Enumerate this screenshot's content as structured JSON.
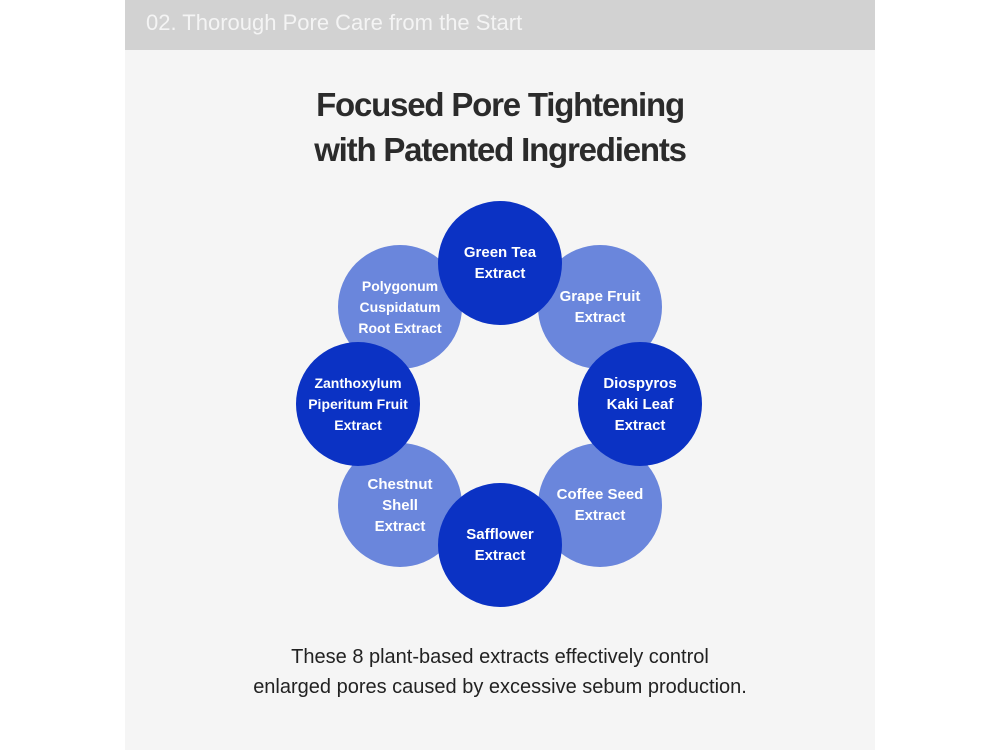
{
  "header": {
    "label": "02. Thorough Pore Care from the Start"
  },
  "title": {
    "line1": "Focused Pore Tightening",
    "line2": "with Patented Ingredients"
  },
  "ingredients": [
    {
      "name": "Green Tea Extract",
      "tone": "dark"
    },
    {
      "name": "Grape Fruit Extract",
      "tone": "light"
    },
    {
      "name": "Diospyros Kaki Leaf Extract",
      "tone": "dark"
    },
    {
      "name": "Coffee Seed Extract",
      "tone": "light"
    },
    {
      "name": "Safflower Extract",
      "tone": "dark"
    },
    {
      "name": "Chestnut Shell Extract",
      "tone": "light"
    },
    {
      "name": "Zanthoxylum Piperitum Fruit Extract",
      "tone": "dark"
    },
    {
      "name": "Polygonum Cuspidatum Root Extract",
      "tone": "light"
    }
  ],
  "description": {
    "line1": "These 8 plant-based extracts effectively control",
    "line2": "enlarged pores caused by excessive sebum production."
  },
  "colors": {
    "dark": "#0b32c4",
    "light": "#6a86dc",
    "header": "#d2d2d2"
  }
}
